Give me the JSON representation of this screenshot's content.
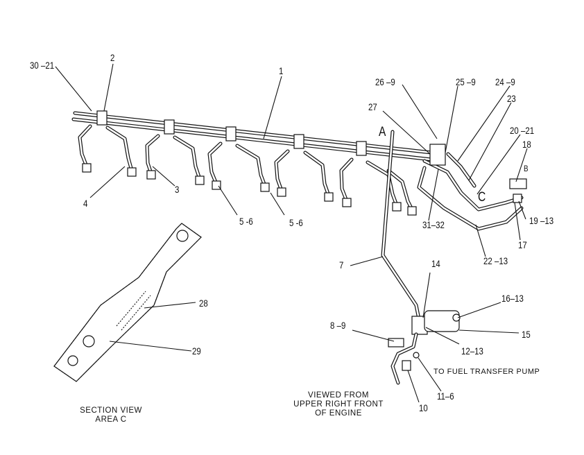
{
  "diagram": {
    "callouts": [
      {
        "id": "30-21",
        "text": "30 –21"
      },
      {
        "id": "2",
        "text": "2"
      },
      {
        "id": "1",
        "text": "1"
      },
      {
        "id": "4",
        "text": "4"
      },
      {
        "id": "3",
        "text": "3"
      },
      {
        "id": "5-6a",
        "text": "5  -6"
      },
      {
        "id": "5-6b",
        "text": "5  -6"
      },
      {
        "id": "26-9",
        "text": "26 –9"
      },
      {
        "id": "25-9",
        "text": "25 –9"
      },
      {
        "id": "24-9",
        "text": "24 –9"
      },
      {
        "id": "23",
        "text": "23"
      },
      {
        "id": "27",
        "text": "27"
      },
      {
        "id": "20-21",
        "text": "20 –21"
      },
      {
        "id": "18",
        "text": "18"
      },
      {
        "id": "19-13",
        "text": "19 –13"
      },
      {
        "id": "17",
        "text": "17"
      },
      {
        "id": "22-13",
        "text": "22 –13"
      },
      {
        "id": "31-32",
        "text": "31–32"
      },
      {
        "id": "7",
        "text": "7"
      },
      {
        "id": "14",
        "text": "14"
      },
      {
        "id": "16-13",
        "text": "16–13"
      },
      {
        "id": "15",
        "text": "15"
      },
      {
        "id": "12-13",
        "text": "12–13"
      },
      {
        "id": "8-9",
        "text": "8 –9"
      },
      {
        "id": "11-6",
        "text": "11–6"
      },
      {
        "id": "10",
        "text": "10"
      },
      {
        "id": "28",
        "text": "28"
      },
      {
        "id": "29",
        "text": "29"
      }
    ],
    "markers": {
      "A": "A",
      "C": "C",
      "B": "B"
    },
    "notes": {
      "fuel_pump": "TO FUEL TRANSFER PUMP"
    },
    "captions": {
      "section_view": [
        "SECTION VIEW",
        "AREA C"
      ],
      "viewed_from": [
        "VIEWED FROM",
        "UPPER RIGHT FRONT",
        "OF ENGINE"
      ]
    }
  }
}
